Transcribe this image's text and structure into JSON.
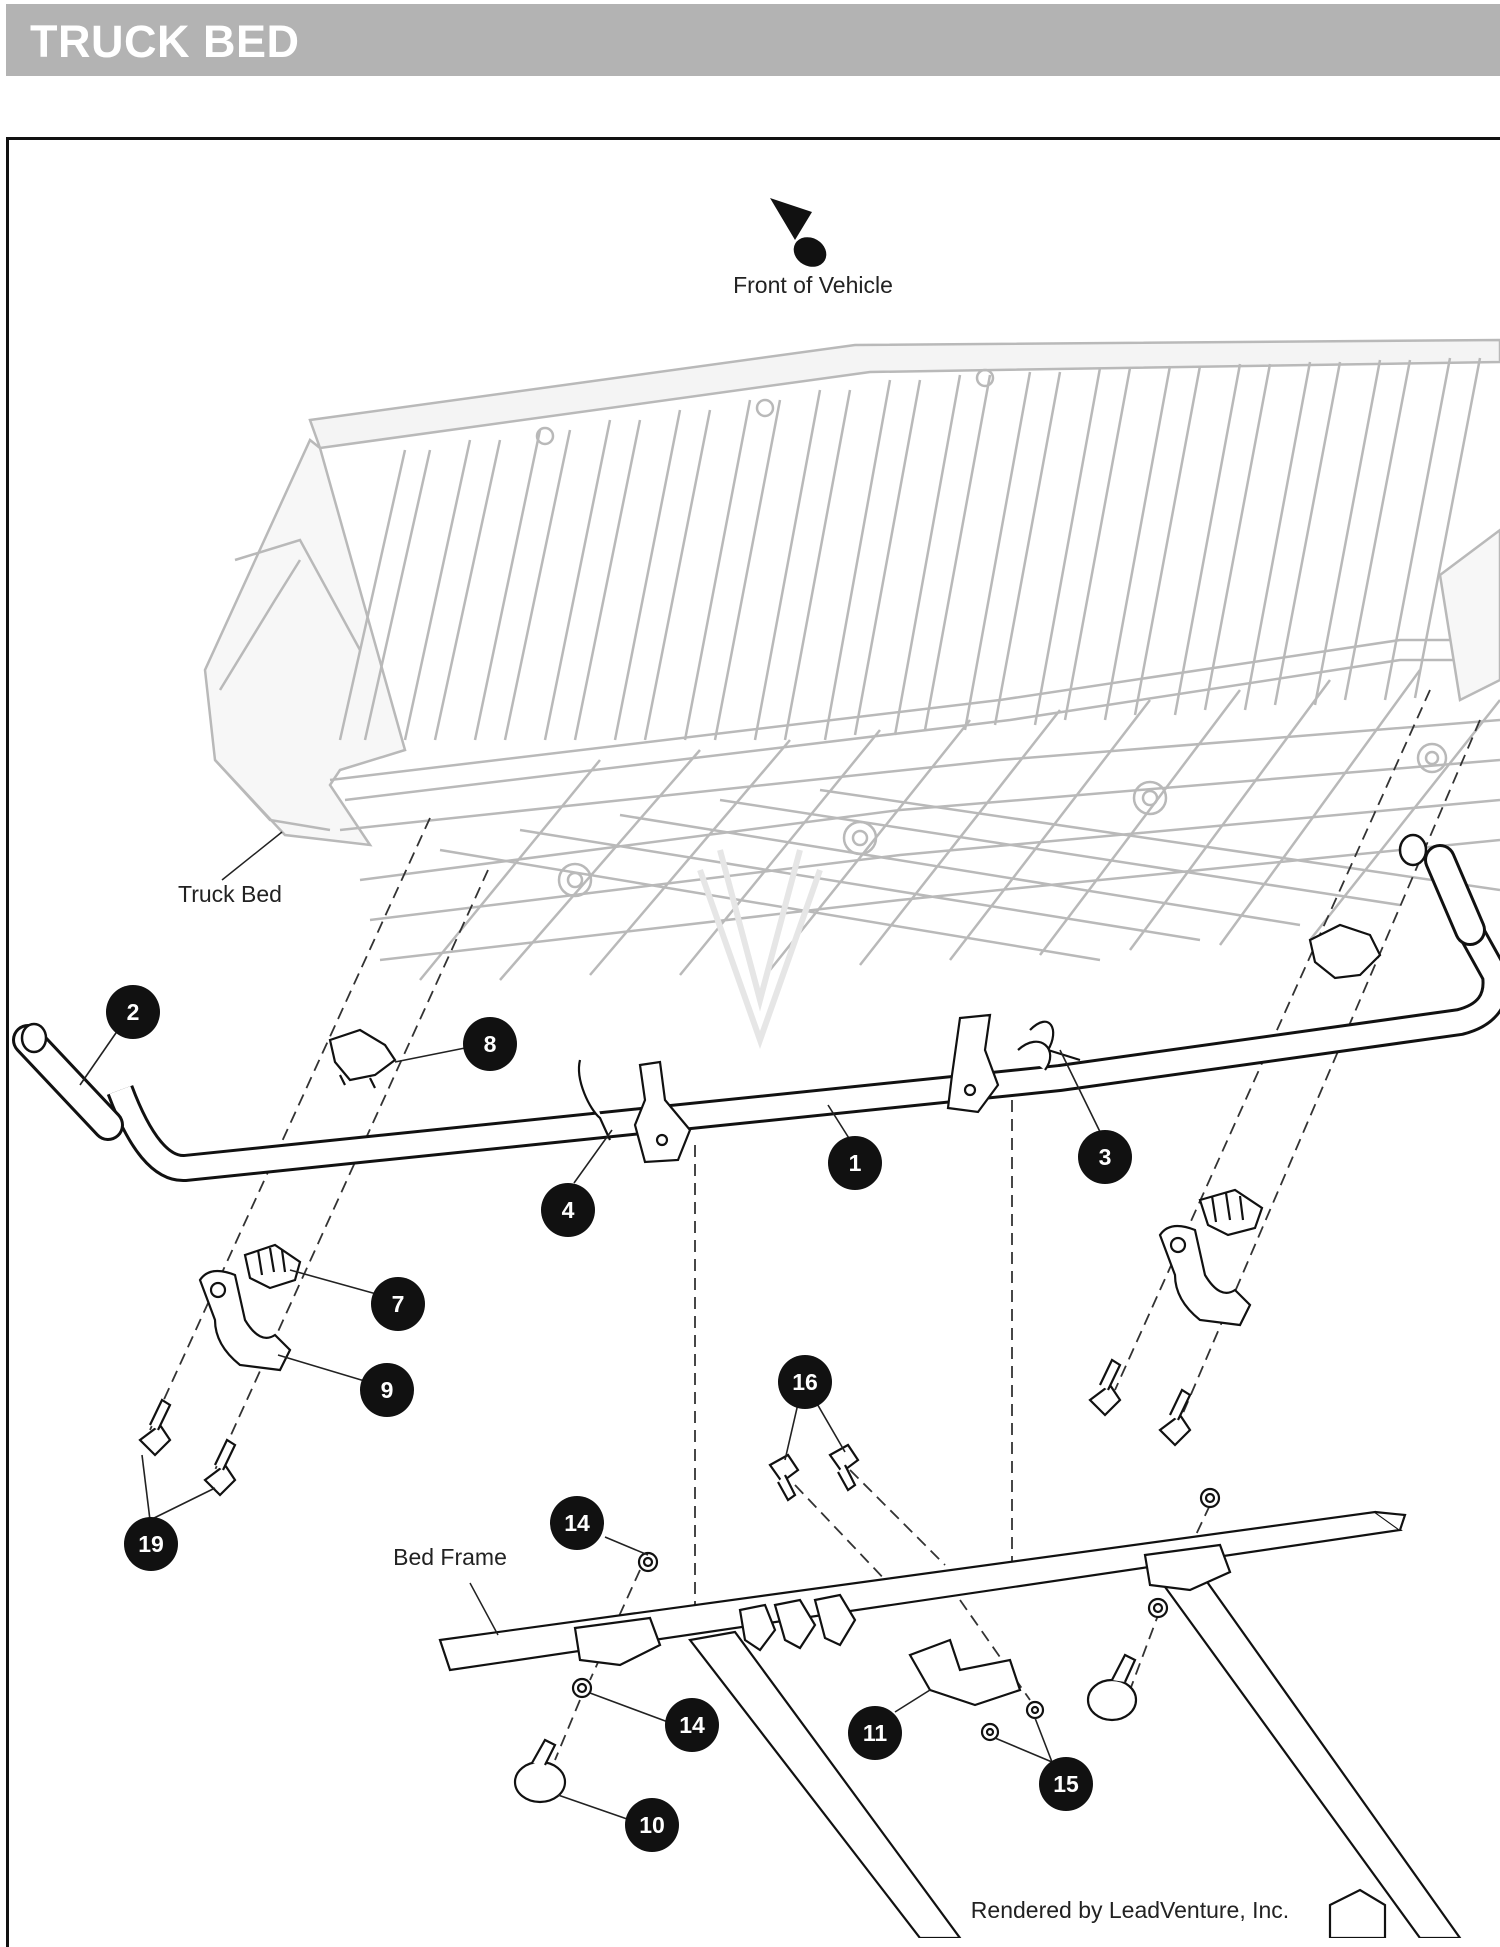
{
  "header": {
    "title": "TRUCK BED"
  },
  "labels": {
    "front_of_vehicle": "Front of Vehicle",
    "truck_bed": "Truck Bed",
    "bed_frame": "Bed Frame",
    "rendered_by": "Rendered by LeadVenture, Inc."
  },
  "callouts": [
    {
      "id": "c1",
      "num": "1"
    },
    {
      "id": "c2",
      "num": "2"
    },
    {
      "id": "c3",
      "num": "3"
    },
    {
      "id": "c4",
      "num": "4"
    },
    {
      "id": "c7",
      "num": "7"
    },
    {
      "id": "c8",
      "num": "8"
    },
    {
      "id": "c9",
      "num": "9"
    },
    {
      "id": "c10",
      "num": "10"
    },
    {
      "id": "c11",
      "num": "11"
    },
    {
      "id": "c14a",
      "num": "14"
    },
    {
      "id": "c14b",
      "num": "14"
    },
    {
      "id": "c15",
      "num": "15"
    },
    {
      "id": "c16",
      "num": "16"
    },
    {
      "id": "c19",
      "num": "19"
    }
  ]
}
